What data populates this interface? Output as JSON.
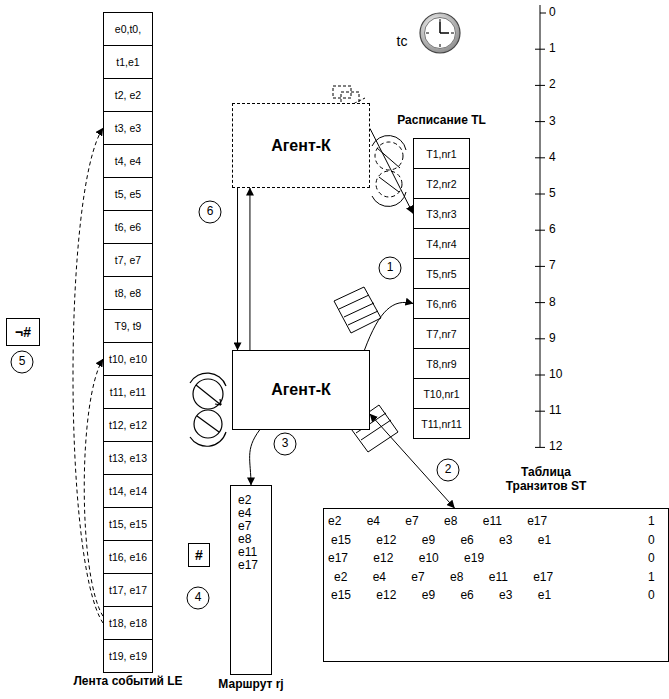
{
  "diagram": {
    "nodes": [
      {
        "text": [
          "Лента событий LE"
        ]
      },
      {
        "text": [
          "e0,t0,"
        ],
        "in": 0
      },
      {
        "text": [
          "t1,e1"
        ],
        "in": 0
      },
      {
        "text": [
          "t2, e2"
        ],
        "in": 0
      },
      {
        "text": [
          "t3, e3"
        ],
        "in": 0
      },
      {
        "text": [
          "t4, e4"
        ],
        "in": 0
      },
      {
        "text": [
          "t5, e5"
        ],
        "in": 0
      },
      {
        "text": [
          "t6, e6"
        ],
        "in": 0
      },
      {
        "text": [
          "t7, e7"
        ],
        "in": 0
      },
      {
        "text": [
          "t8, e8"
        ],
        "in": 0
      },
      {
        "text": [
          "T9, t9"
        ],
        "in": 0
      },
      {
        "text": [
          "t10, e10"
        ],
        "in": 0
      },
      {
        "text": [
          "t11, e11"
        ],
        "in": 0
      },
      {
        "text": [
          "t12, e12"
        ],
        "in": 0
      },
      {
        "text": [
          "t13, e13"
        ],
        "in": 0
      },
      {
        "text": [
          "t14, e14"
        ],
        "in": 0
      },
      {
        "text": [
          "t15, e15"
        ],
        "in": 0
      },
      {
        "text": [
          "t16, e16"
        ],
        "in": 0
      },
      {
        "text": [
          "t17, e17"
        ],
        "in": 0
      },
      {
        "text": [
          "t18, e18"
        ],
        "in": 0
      },
      {
        "text": [
          "t19, e19"
        ],
        "in": 0
      },
      {
        "text": [
          "Агент-К"
        ]
      },
      {
        "text": [
          "Расписание TL"
        ]
      },
      {
        "text": [
          "T1,nr1"
        ],
        "in": 22
      },
      {
        "text": [
          "T2,nr2"
        ],
        "in": 22
      },
      {
        "text": [
          "T3,nr3"
        ],
        "in": 22
      },
      {
        "text": [
          "T4,nr4"
        ],
        "in": 22
      },
      {
        "text": [
          "T5,nr5"
        ],
        "in": 22
      },
      {
        "text": [
          "T6,nr6"
        ],
        "in": 22
      },
      {
        "text": [
          "T7,nr7"
        ],
        "in": 22
      },
      {
        "text": [
          "T8,nr9"
        ],
        "in": 22
      },
      {
        "text": [
          "T10,nr1"
        ],
        "in": 22
      },
      {
        "text": [
          "T11,nr11"
        ],
        "in": 22
      },
      {
        "text": [
          "¬#"
        ]
      },
      {
        "text": [
          "Агент-К"
        ]
      },
      {
        "text": [
          "#"
        ]
      },
      {
        "text": [
          "Маршрут rj",
          "e2 e4 e7 e8 e11 e17"
        ]
      },
      {
        "text": [
          "Таблица Транзитов ST",
          "e2 e4 e7 e8 e11 e17",
          "1",
          "e15 e12 e9 e6 e3 e1",
          "0",
          "e17 e12 e10 e19",
          "0",
          "e2 e4 e7 e8 e11 e17",
          "1",
          "e15 e12 e9 e6 e3 e1",
          "0"
        ]
      }
    ],
    "edges": [
      {
        "from": 19,
        "to": 4,
        "arrow": "to"
      },
      {
        "from": 19,
        "to": 11,
        "arrow": "to"
      },
      {
        "from": 34,
        "to": 21,
        "arrow": "to"
      },
      {
        "from": 21,
        "to": 34,
        "arrow": "to"
      },
      {
        "from": 34,
        "to": 28,
        "arrow": "to"
      },
      {
        "from": 34,
        "to": 37,
        "arrow": "both"
      },
      {
        "from": 34,
        "to": 36,
        "arrow": "to"
      },
      {
        "from": 21,
        "to": 25,
        "arrow": "to"
      }
    ],
    "labels": [
      "tc",
      "0",
      "1",
      "2",
      "3",
      "4",
      "5",
      "6",
      "7",
      "8",
      "9",
      "10",
      "11",
      "12",
      "1",
      "2",
      "3",
      "4",
      "5",
      "6"
    ]
  }
}
